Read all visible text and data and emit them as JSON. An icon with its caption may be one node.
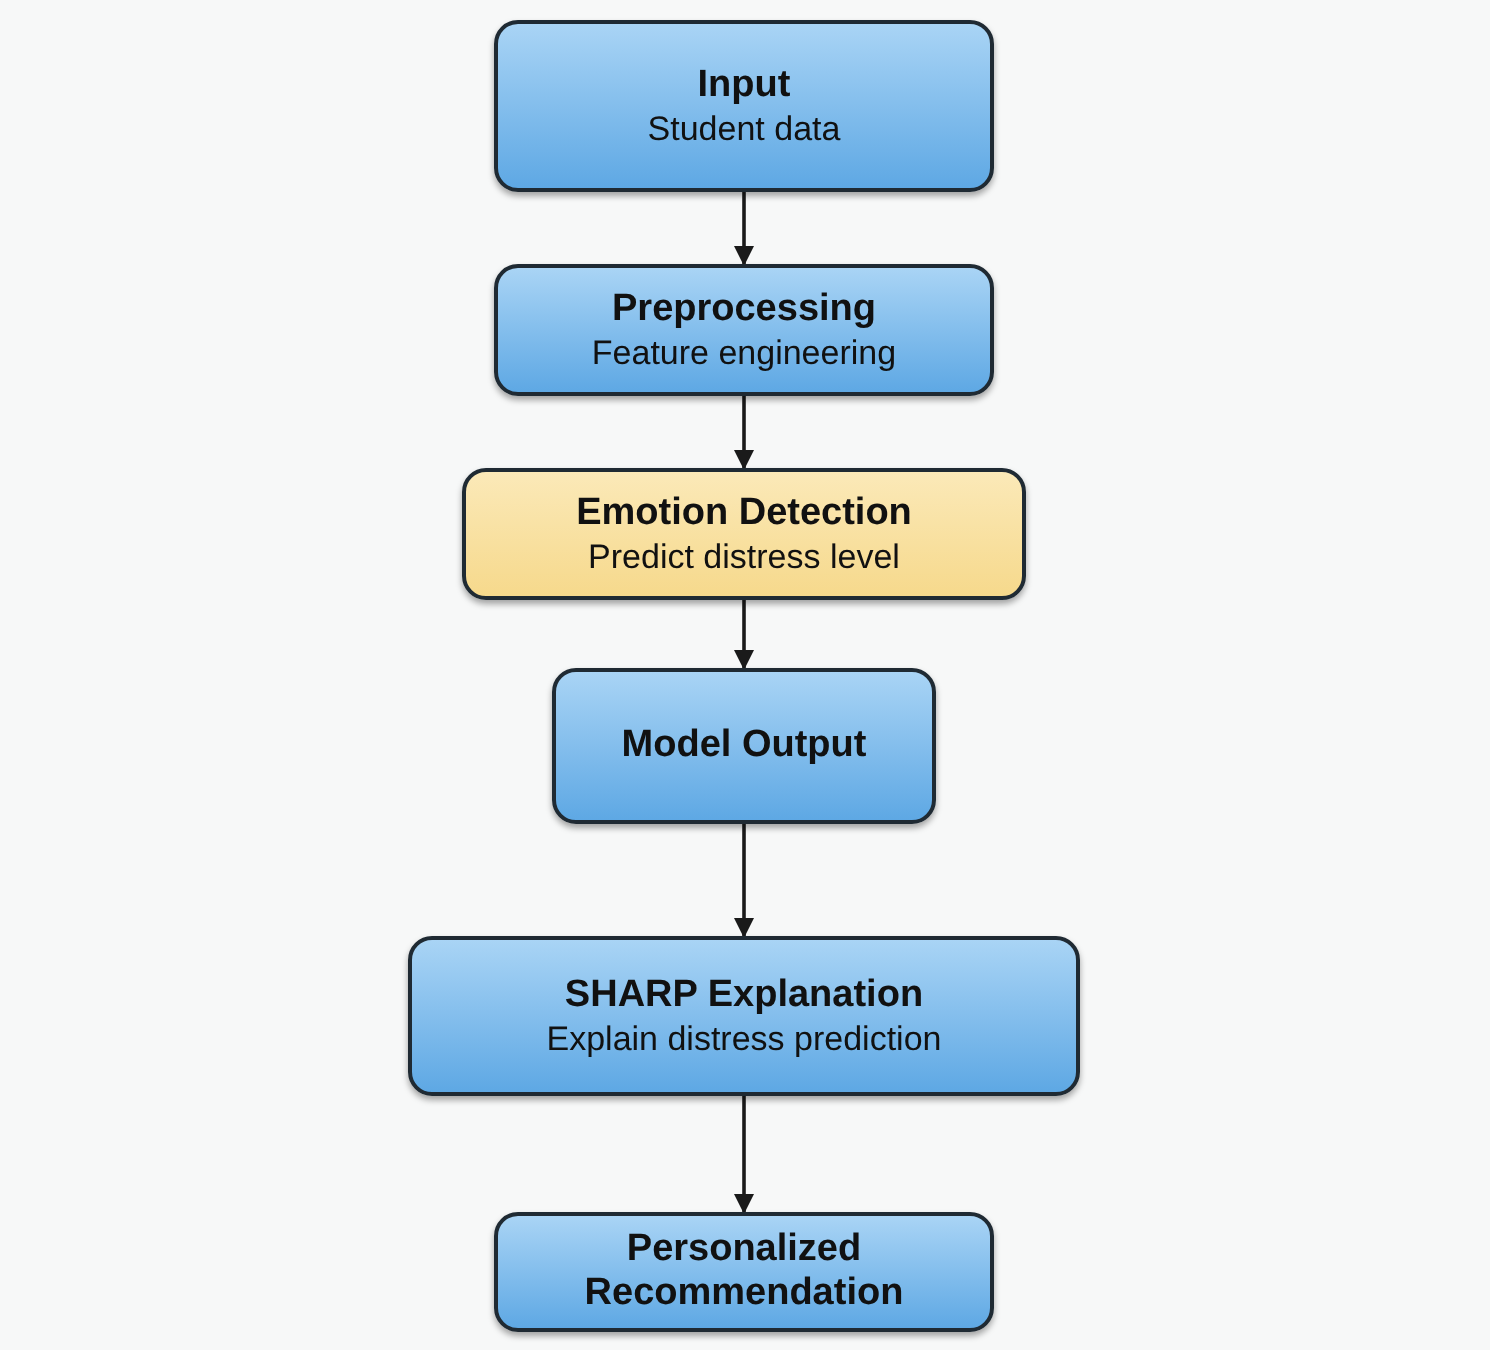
{
  "diagram": {
    "nodes": [
      {
        "text": [
          "Input",
          "Student data"
        ]
      },
      {
        "text": [
          "Preprocessing",
          "Feature engineering"
        ]
      },
      {
        "text": [
          "Emotion Detection",
          "Predict distress level"
        ]
      },
      {
        "text": [
          "Model Output"
        ]
      },
      {
        "text": [
          "SHARP Explanation",
          "Explain distress prediction"
        ]
      },
      {
        "text": [
          "Personalized Recommendation"
        ]
      }
    ],
    "edges": [
      {
        "from": 0,
        "to": 1,
        "arrow": "to"
      },
      {
        "from": 1,
        "to": 2,
        "arrow": "to"
      },
      {
        "from": 2,
        "to": 3,
        "arrow": "to"
      },
      {
        "from": 3,
        "to": 4,
        "arrow": "to"
      },
      {
        "from": 4,
        "to": 5,
        "arrow": "to"
      }
    ]
  }
}
